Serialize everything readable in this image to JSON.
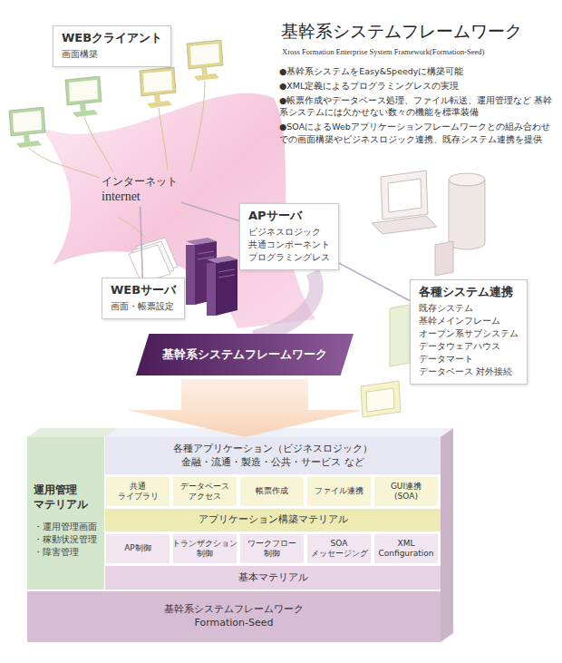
{
  "diagram": {
    "title": "基幹系システムフレームワーク",
    "nodes": [
      {
        "text": [
          "WEBクライアント",
          "画面構築"
        ]
      },
      {
        "text": [
          "インターネット",
          "internet"
        ]
      },
      {
        "text": [
          "APサーバ",
          "ビジネスロジック 共通コンポーネント プログラミングレス"
        ]
      },
      {
        "text": [
          "WEBサーバ",
          "画面・帳票設定"
        ]
      },
      {
        "text": [
          "各種システム連携",
          "既存システム 基幹メインフレーム オープン系サブシステム データウェアハウス データマート データベース 対外接続"
        ]
      },
      {
        "text": [
          "基幹系システムフレームワーク"
        ]
      },
      {
        "text": [
          "運用管理 マテリアル",
          "・運用管理画面",
          "・稼動状況管理",
          "・障害管理"
        ]
      },
      {
        "text": [
          "各種アプリケーション（ビジネスロジック）",
          "金融・流通・製造・公共・サービス など"
        ]
      },
      {
        "text": [
          "共通 ライブラリ"
        ]
      },
      {
        "text": [
          "データベース アクセス"
        ]
      },
      {
        "text": [
          "帳票作成"
        ]
      },
      {
        "text": [
          "ファイル連携"
        ]
      },
      {
        "text": [
          "GUI連携 (SOA)"
        ]
      },
      {
        "text": [
          "アプリケーション構築マテリアル"
        ]
      },
      {
        "text": [
          "AP制御"
        ]
      },
      {
        "text": [
          "トランザクション 制御"
        ]
      },
      {
        "text": [
          "ワークフロー 制御"
        ]
      },
      {
        "text": [
          "SOA メッセージング"
        ]
      },
      {
        "text": [
          "XML Configuration"
        ]
      },
      {
        "text": [
          "基本マテリアル"
        ]
      },
      {
        "text": [
          "基幹系システムフレームワーク",
          "Formation-Seed"
        ]
      }
    ],
    "edges": [
      {
        "from": 1,
        "to": 3,
        "arrow": "none"
      },
      {
        "from": 1,
        "to": 2,
        "arrow": "none"
      },
      {
        "from": 2,
        "to": 4,
        "arrow": "none"
      },
      {
        "from": 5,
        "to": 7,
        "arrow": "to"
      }
    ],
    "labels": [
      "Xross Formation Enterprise System Framework(Formation-Seed)",
      "●基幹系システムをEasy&Speedyに構築可能",
      "●XML定義によるプログラミングレスの実現",
      "●帳票作成やデータベース処理、ファイル転送、運用管理など 基幹系システムには欠かせない数々の機能を標準装備",
      "●SOAによるWebアプリケーションフレームワークとの組み合わせ での画面構築やビジネスロジック連携、既存システム連携を提供"
    ]
  }
}
